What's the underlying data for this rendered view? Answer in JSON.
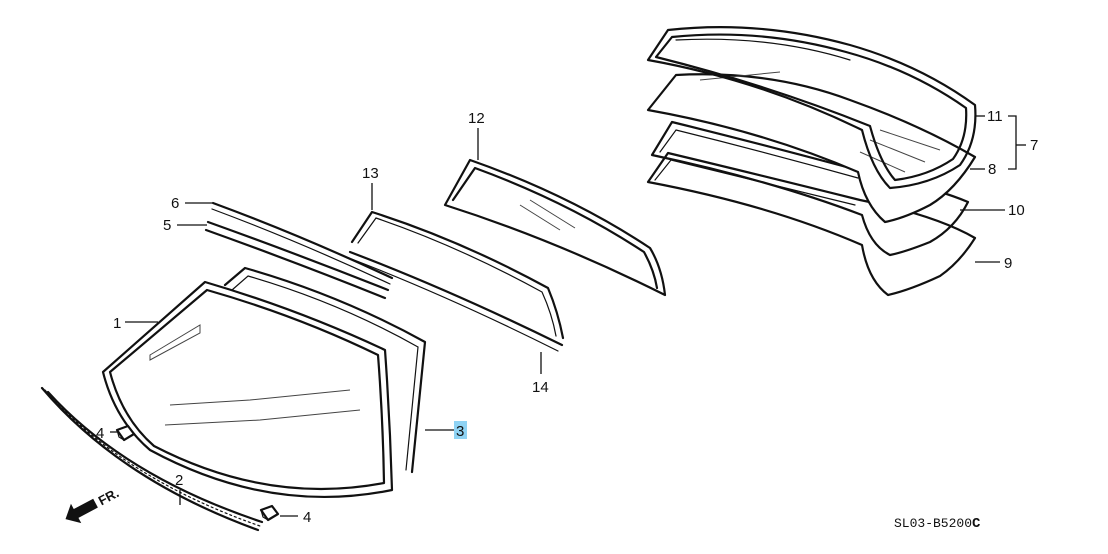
{
  "callouts": {
    "c1": "1",
    "c2": "2",
    "c3": "3",
    "c4a": "4",
    "c4b": "4",
    "c5": "5",
    "c6": "6",
    "c7": "7",
    "c8": "8",
    "c9": "9",
    "c10": "10",
    "c11": "11",
    "c12": "12",
    "c13": "13",
    "c14": "14"
  },
  "highlighted_callout": "3",
  "highlight_color": "#8fd3f4",
  "direction_label": "FR.",
  "diagram_code": "SL03-B5200",
  "diagram_code_suffix": "C"
}
